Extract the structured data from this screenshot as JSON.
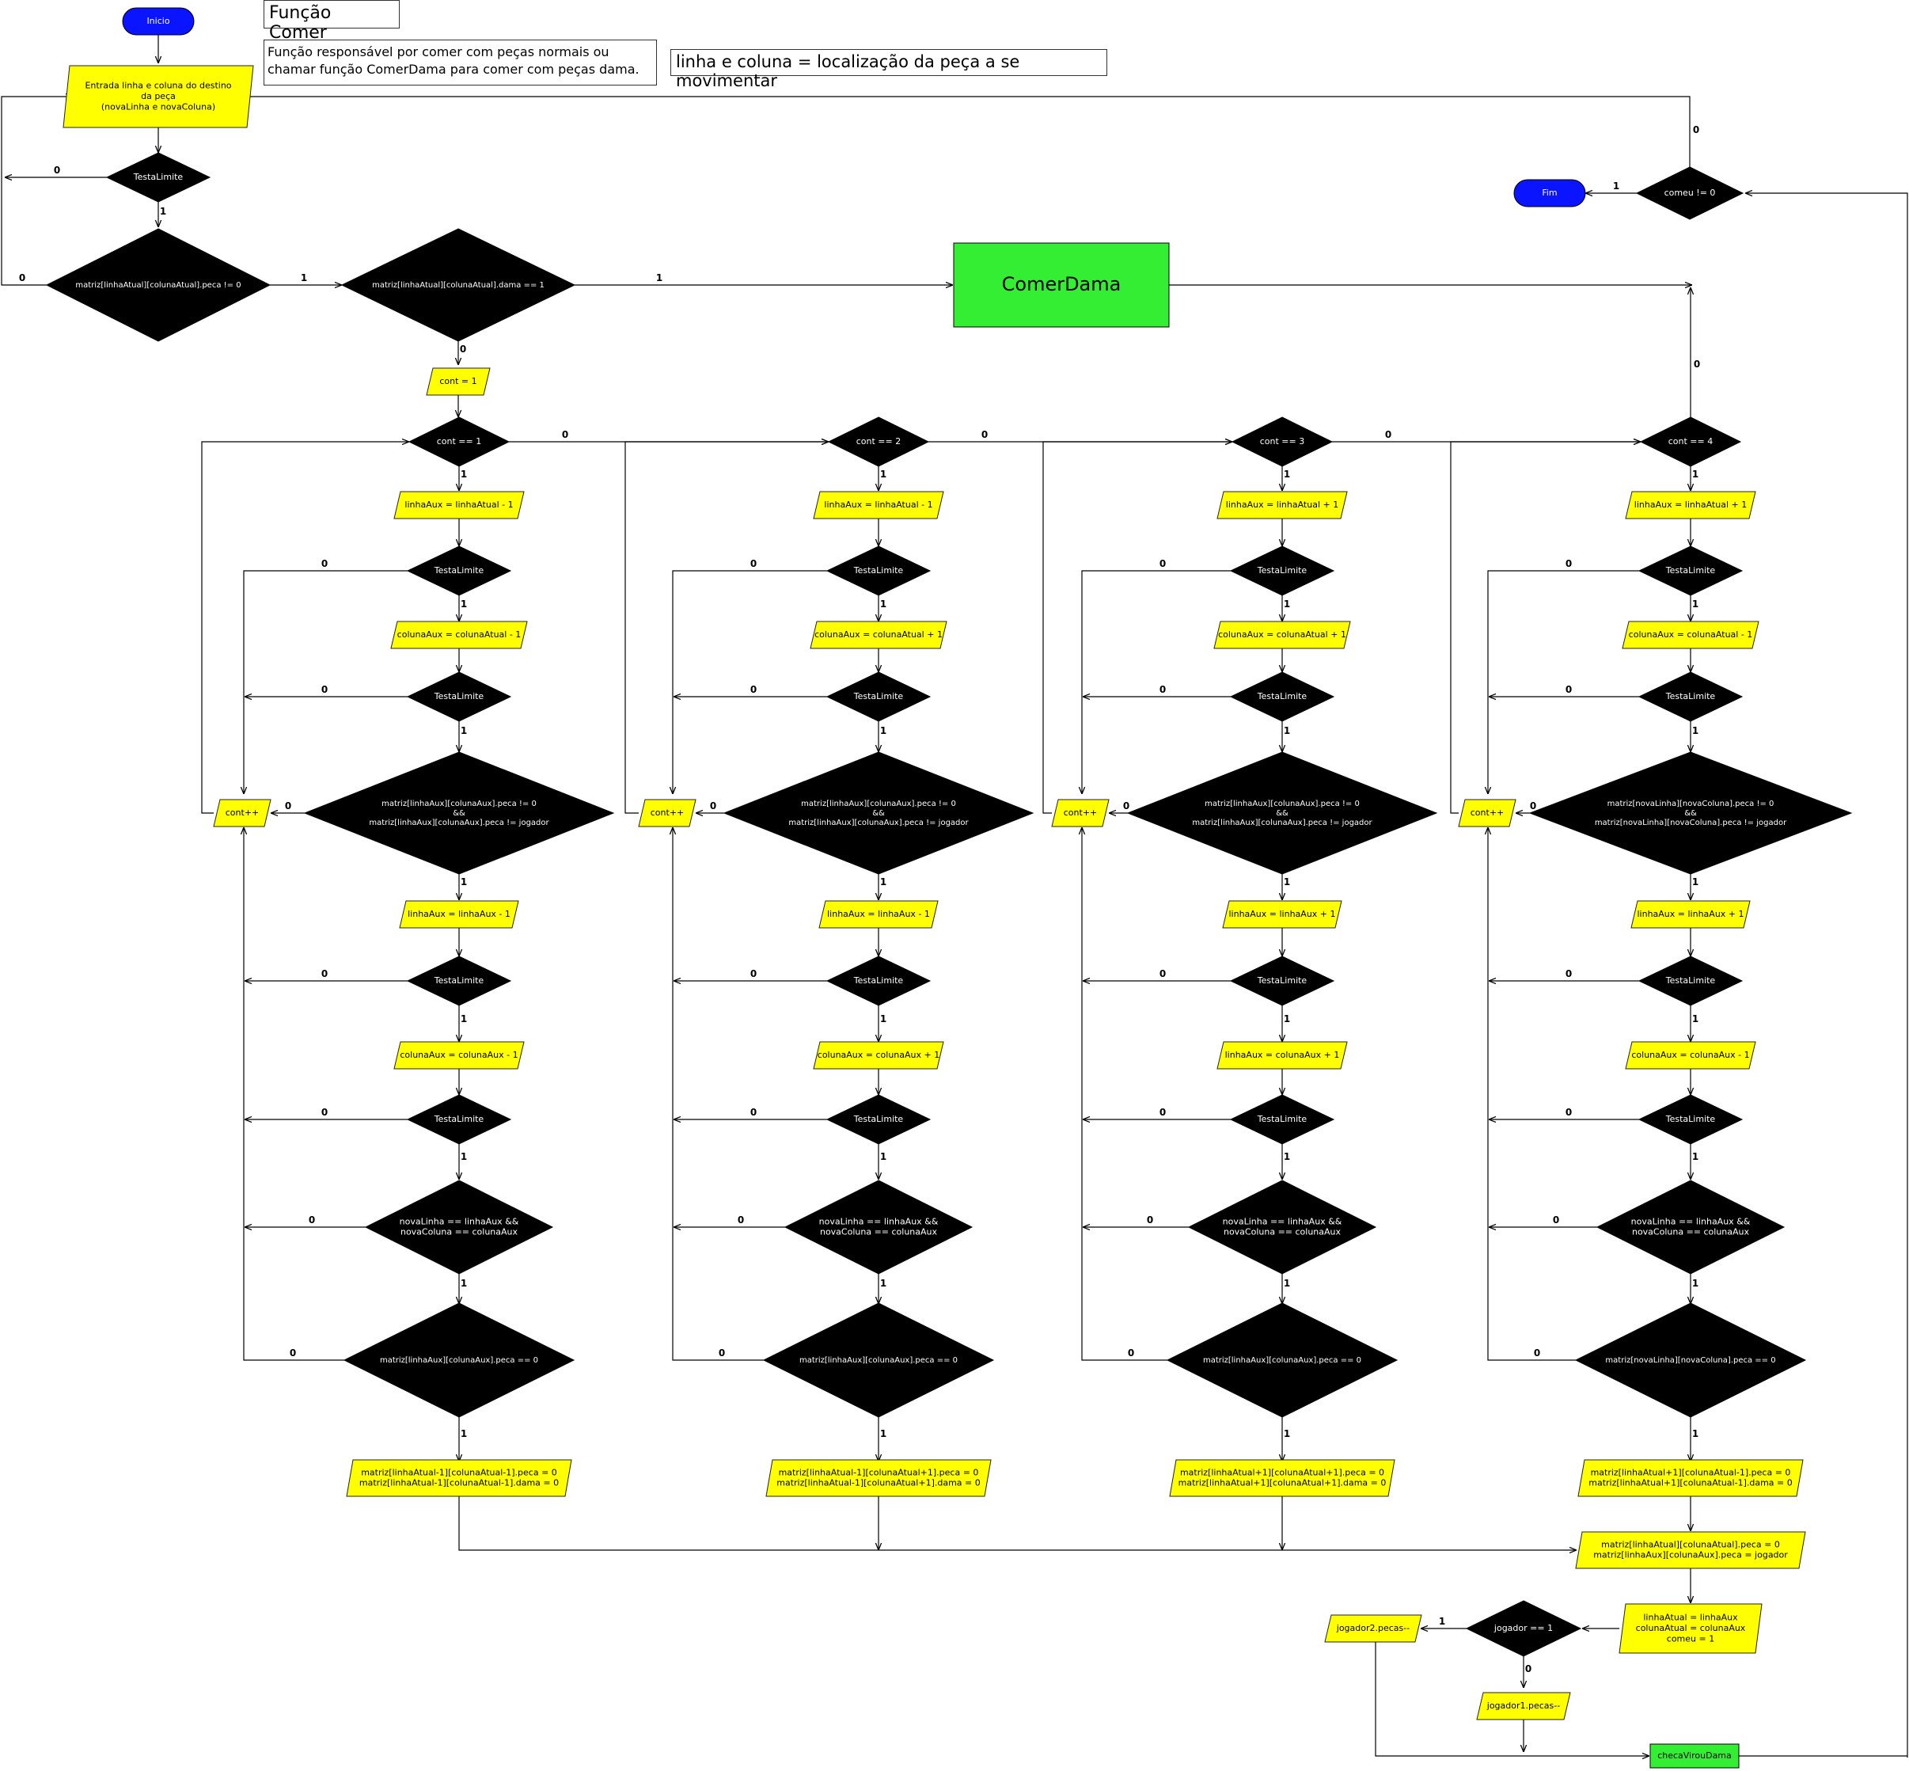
{
  "title": "Função Comer",
  "description": "Função responsável por comer com peças normais ou chamar função ComerDama para comer com peças dama.",
  "location_note": "linha e coluna = localização da peça a se movimentar",
  "colors": {
    "terminal": "#0a14ff",
    "process": "#ffff00",
    "decision": "#000000",
    "subroutine": "#33ee33",
    "line": "#000000"
  },
  "nodes": {
    "start": "Inicio",
    "end": "Fim",
    "input": "Entrada linha e coluna do destino\nda peça\n(novaLinha e novaColuna)",
    "testa_limite": "TestaLimite",
    "peca_check": "matriz[linhaAtual][colunaAtual].peca != 0",
    "dama_check": "matriz[linhaAtual][colunaAtual].dama == 1",
    "comer_dama": "ComerDama",
    "cont_init": "cont = 1",
    "comeu_check": "comeu != 0",
    "cont_inc": "cont++",
    "final_move": "matriz[linhaAtual][colunaAtual].peca = 0\nmatriz[linhaAux][colunaAux].peca = jogador",
    "update": "linhaAtual = linhaAux\ncolunaAtual = colunaAux\ncomeu = 1",
    "jogador_check": "jogador == 1",
    "jogador2_dec": "jogador2.pecas--",
    "jogador1_dec": "jogador1.pecas--",
    "checa_virou": "checaVirouDama",
    "branches": [
      {
        "cont": "cont == 1",
        "linha1": "linhaAux = linhaAtual - 1",
        "coluna1": "colunaAux = colunaAtual - 1",
        "cond1": "matriz[linhaAux][colunaAux].peca != 0\n&&\nmatriz[linhaAux][colunaAux].peca != jogador",
        "linha2": "linhaAux = linhaAux - 1",
        "coluna2": "colunaAux = colunaAux - 1",
        "cond2": "novaLinha == linhaAux &&\nnovaColuna == colunaAux",
        "cond3": "matriz[linhaAux][colunaAux].peca == 0",
        "clear": "matriz[linhaAtual-1][colunaAtual-1].peca = 0\nmatriz[linhaAtual-1][colunaAtual-1].dama = 0"
      },
      {
        "cont": "cont == 2",
        "linha1": "linhaAux = linhaAtual - 1",
        "coluna1": "colunaAux = colunaAtual + 1",
        "cond1": "matriz[linhaAux][colunaAux].peca != 0\n&&\nmatriz[linhaAux][colunaAux].peca != jogador",
        "linha2": "linhaAux = linhaAux - 1",
        "coluna2": "colunaAux = colunaAux + 1",
        "cond2": "novaLinha == linhaAux &&\nnovaColuna == colunaAux",
        "cond3": "matriz[linhaAux][colunaAux].peca == 0",
        "clear": "matriz[linhaAtual-1][colunaAtual+1].peca = 0\nmatriz[linhaAtual-1][colunaAtual+1].dama = 0"
      },
      {
        "cont": "cont == 3",
        "linha1": "linhaAux = linhaAtual + 1",
        "coluna1": "colunaAux = colunaAtual + 1",
        "cond1": "matriz[linhaAux][colunaAux].peca != 0\n&&\nmatriz[linhaAux][colunaAux].peca != jogador",
        "linha2": "linhaAux = linhaAux + 1",
        "coluna2": "linhaAux = colunaAux + 1",
        "cond2": "novaLinha == linhaAux &&\nnovaColuna == colunaAux",
        "cond3": "matriz[linhaAux][colunaAux].peca == 0",
        "clear": "matriz[linhaAtual+1][colunaAtual+1].peca = 0\nmatriz[linhaAtual+1][colunaAtual+1].dama = 0"
      },
      {
        "cont": "cont == 4",
        "linha1": "linhaAux = linhaAtual + 1",
        "coluna1": "colunaAux = colunaAtual - 1",
        "cond1": "matriz[novaLinha][novaColuna].peca != 0\n&&\nmatriz[novaLinha][novaColuna].peca != jogador",
        "linha2": "linhaAux = linhaAux + 1",
        "coluna2": "colunaAux = colunaAux - 1",
        "cond2": "novaLinha == linhaAux &&\nnovaColuna == colunaAux",
        "cond3": "matriz[novaLinha][novaColuna].peca == 0",
        "clear": "matriz[linhaAtual+1][colunaAtual-1].peca = 0\nmatriz[linhaAtual+1][colunaAtual-1].dama = 0"
      }
    ],
    "edge_labels": {
      "yes": "1",
      "no": "0"
    }
  }
}
